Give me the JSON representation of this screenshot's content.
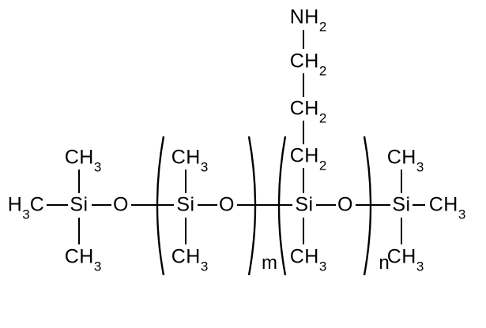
{
  "molecule": {
    "amine_chain": {
      "nh2": {
        "base": "NH",
        "sub": "2"
      },
      "ch2_1": {
        "base": "CH",
        "sub": "2"
      },
      "ch2_2": {
        "base": "CH",
        "sub": "2"
      },
      "ch2_3": {
        "base": "CH",
        "sub": "2"
      }
    },
    "left_end": {
      "h3c": {
        "pre": "H",
        "sub": "3",
        "post": "C"
      },
      "si": "Si",
      "ch3_top": {
        "base": "CH",
        "sub": "3"
      },
      "ch3_bottom": {
        "base": "CH",
        "sub": "3"
      },
      "o": "O"
    },
    "m_unit": {
      "si": "Si",
      "ch3_top": {
        "base": "CH",
        "sub": "3"
      },
      "ch3_bottom": {
        "base": "CH",
        "sub": "3"
      },
      "o": "O",
      "index": "m"
    },
    "n_unit": {
      "si": "Si",
      "ch3_bottom": {
        "base": "CH",
        "sub": "3"
      },
      "o": "O",
      "index": "n"
    },
    "right_end": {
      "si": "Si",
      "ch3_top": {
        "base": "CH",
        "sub": "3"
      },
      "ch3_bottom": {
        "base": "CH",
        "sub": "3"
      },
      "ch3_right": {
        "base": "CH",
        "sub": "3"
      }
    }
  },
  "colors": {
    "ink": "#000000",
    "background": "#ffffff"
  }
}
